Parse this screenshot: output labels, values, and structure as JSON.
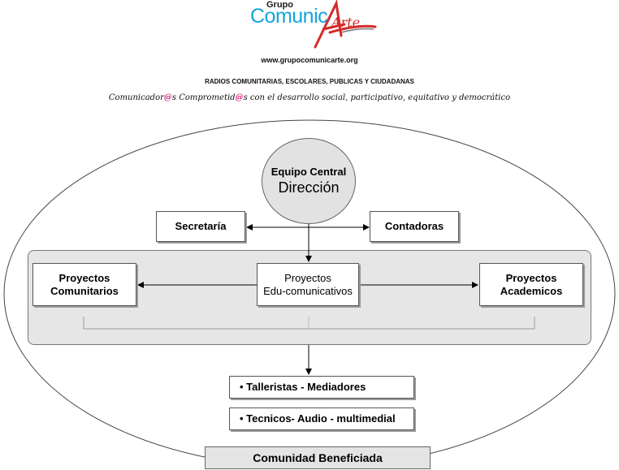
{
  "header": {
    "logo_grupo": "Grupo",
    "logo_main": "Comunic",
    "logo_arte": "Arte",
    "url": "www.grupocomunicarte.org",
    "radios": "RADIOS COMUNITARIAS, ESCOLARES, PUBLICAS Y CIUDADANAS",
    "slogan_part1": "Comunicador",
    "slogan_at1": "@",
    "slogan_part2": "s Comprometid",
    "slogan_at2": "@",
    "slogan_part3": "s con el desarrollo social, participativo, equitativo y democrático"
  },
  "diagram": {
    "central_line1": "Equipo Central",
    "central_line2": "Dirección",
    "secretaria": "Secretaría",
    "contadoras": "Contadoras",
    "proyectos_comunitarios": "Proyectos\nComunitarios",
    "proyectos_edu": "Proyectos\nEdu-comunicativos",
    "proyectos_academicos": "Proyectos\nAcademicos",
    "talleristas": "• Talleristas - Mediadores",
    "tecnicos": "• Tecnicos- Audio - multimedial",
    "comunidad": "Comunidad Beneficiada"
  },
  "colors": {
    "logo_blue": "#15a3dc",
    "logo_red": "#d42a2a",
    "at_pink": "#d1207a",
    "panel_gray": "#e6e6e6"
  }
}
